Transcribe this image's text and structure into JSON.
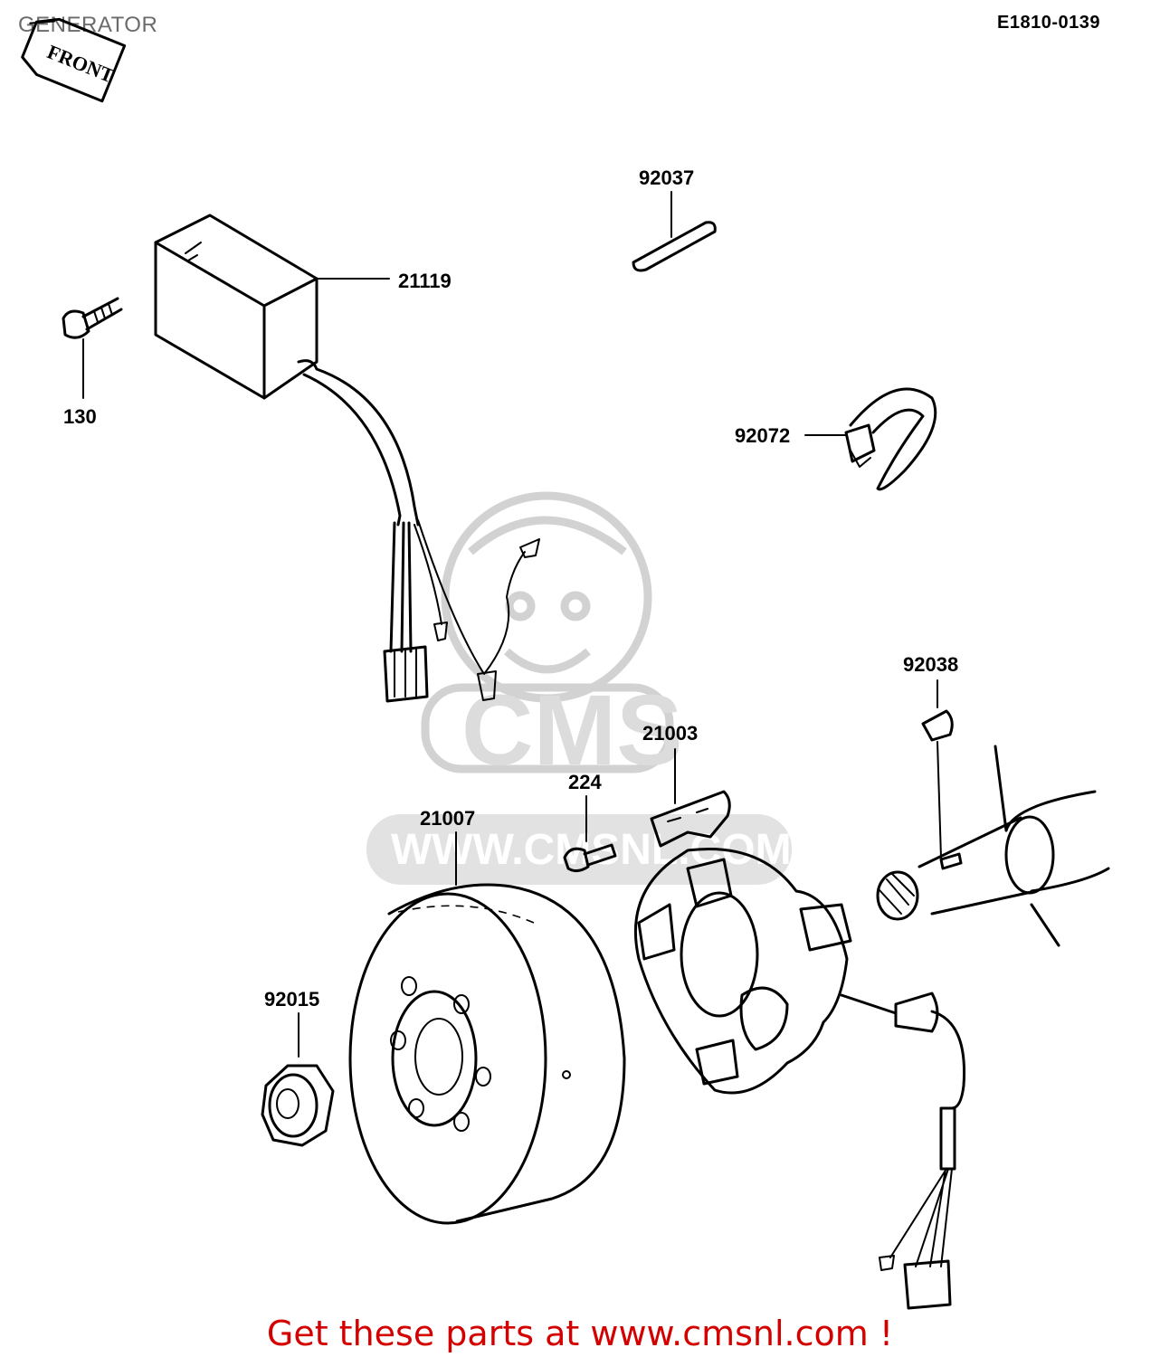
{
  "title": "GENERATOR",
  "diagram_code": "E1810-0139",
  "direction_marker": "FRONT",
  "watermark": {
    "logo_text": "CMS",
    "url_text": "WWW.CMSNL.COM"
  },
  "part_labels": {
    "p130": "130",
    "p21119": "21119",
    "p92037": "92037",
    "p92072": "92072",
    "p92038": "92038",
    "p21003": "21003",
    "p224": "224",
    "p21007": "21007",
    "p92015": "92015"
  },
  "footer": {
    "link_text": "Get these parts at www.cmsnl.com !"
  },
  "colors": {
    "title": "#6b6b6b",
    "line_art": "#000000",
    "footer_link": "#d40000",
    "watermark": "#d2d2d2"
  }
}
